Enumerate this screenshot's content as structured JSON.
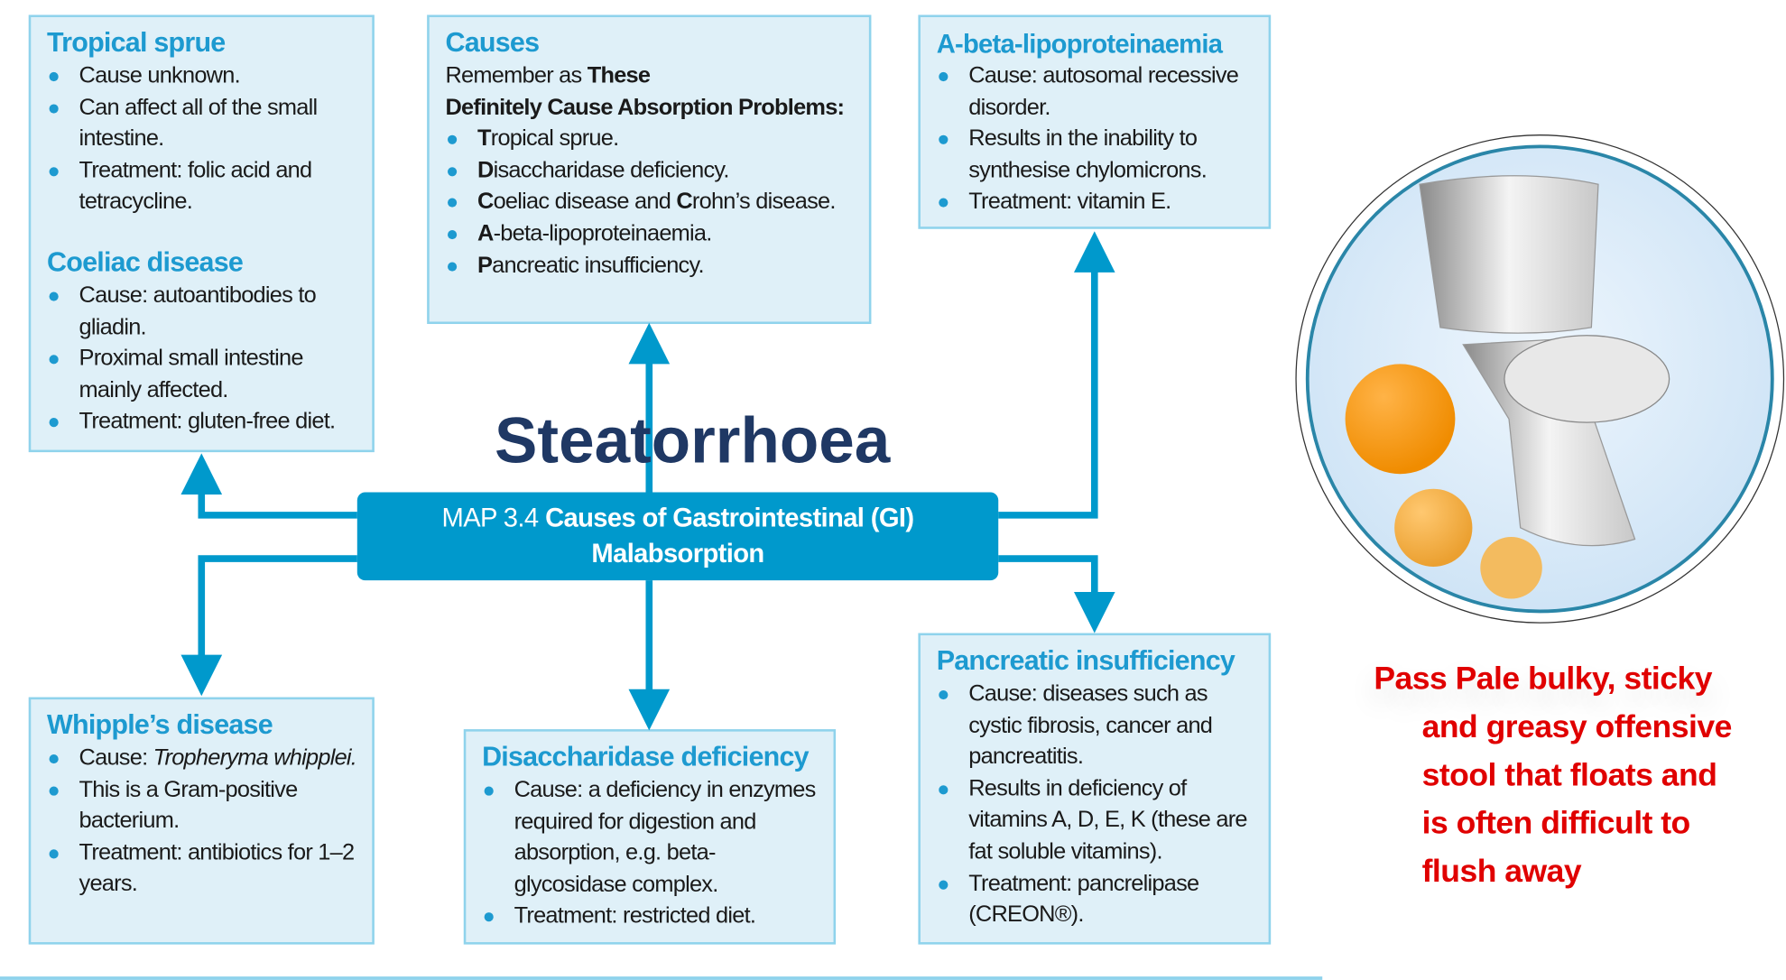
{
  "title": "Steatorrhoea",
  "map": {
    "label": "MAP 3.4",
    "title_line1": "Causes of Gastrointestinal (GI)",
    "title_line2": "Malabsorption"
  },
  "tropical_sprue": {
    "heading": "Tropical sprue",
    "items": [
      "Cause unknown.",
      "Can affect all of the small intestine.",
      "Treatment: folic acid and tetracycline."
    ]
  },
  "coeliac": {
    "heading": "Coeliac disease",
    "items": [
      "Cause: autoantibodies to gliadin.",
      "Proximal small intestine mainly affected.",
      "Treatment: gluten-free diet."
    ]
  },
  "causes": {
    "heading": "Causes",
    "intro_plain": "Remember as ",
    "intro_bold1": "These",
    "intro_bold2": "Definitely Cause Absorption Problems:",
    "items": [
      {
        "b": "T",
        "rest": "ropical sprue."
      },
      {
        "b": "D",
        "rest": "isaccharidase deficiency."
      },
      {
        "b": "C",
        "rest": "oeliac disease and ",
        "b2": "C",
        "rest2": "rohn’s disease."
      },
      {
        "b": "A",
        "rest": "-beta-lipoproteinaemia."
      },
      {
        "b": "P",
        "rest": "ancreatic insufficiency."
      }
    ]
  },
  "abeta": {
    "heading": "A-beta-lipoproteinaemia",
    "items": [
      "Cause: autosomal recessive disorder.",
      "Results in the inability to synthesise chylomicrons.",
      "Treatment: vitamin E."
    ]
  },
  "whipple": {
    "heading": "Whipple’s disease",
    "cause_label": "Cause: ",
    "cause_italic": "Tropheryma whipplei.",
    "items": [
      "This is a Gram-positive bacterium.",
      "Treatment: antibiotics for 1–2 years."
    ]
  },
  "disaccharidase": {
    "heading": "Disaccharidase deficiency",
    "items": [
      "Cause: a deficiency in enzymes required for digestion and absorption, e.g. beta-glycosidase complex.",
      "Treatment: restricted diet."
    ]
  },
  "pancreatic": {
    "heading": "Pancreatic insufficiency",
    "items": [
      "Cause: diseases such as cystic fibrosis, cancer and pancreatitis.",
      "Results in deficiency of vitamins A, D, E, K (these are fat soluble vitamins).",
      "Treatment: pancrelipase (CREON®)."
    ]
  },
  "caption": {
    "lines": [
      "Pass Pale bulky, sticky",
      "and greasy offensive",
      "stool that floats and",
      "is often difficult to",
      "flush away"
    ]
  },
  "colors": {
    "accent": "#0099cc",
    "heading": "#1d9ad0",
    "box_bg": "#dff0f8",
    "title": "#1f3864",
    "caption": "#e00000"
  }
}
